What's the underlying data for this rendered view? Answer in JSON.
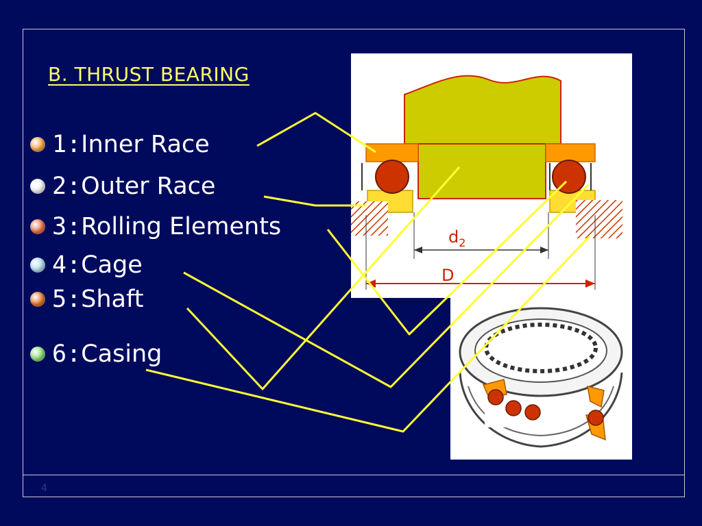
{
  "title": "B. THRUST BEARING",
  "slide_number": "4",
  "items": [
    {
      "num": "1",
      "sep": " : ",
      "label": "Inner Race",
      "bullet_color": "#f4a64a"
    },
    {
      "num": "2",
      "sep": " : ",
      "label": "Outer Race",
      "bullet_color": "#f4f4f4"
    },
    {
      "num": "3",
      "sep": " : ",
      "label": "Rolling Elements",
      "bullet_color": "#e8744a"
    },
    {
      "num": "4",
      "sep": " : ",
      "label": "Cage",
      "bullet_color": "#b4dcf0"
    },
    {
      "num": "5",
      "sep": " : ",
      "label": "Shaft",
      "bullet_color": "#e4782a"
    },
    {
      "num": "6",
      "sep": " : ",
      "label": "Casing",
      "bullet_color": "#8cdc78"
    }
  ],
  "diagram": {
    "d2_base": "d",
    "d2_sub": "2",
    "d_label": "D"
  },
  "colors": {
    "background": "#000a5c",
    "title": "#ffff66",
    "leader_lines": "#ffff33",
    "race": "#ff9900",
    "shaft": "#cccc00",
    "ball": "#cc3300",
    "dimension": "#cc2200"
  }
}
